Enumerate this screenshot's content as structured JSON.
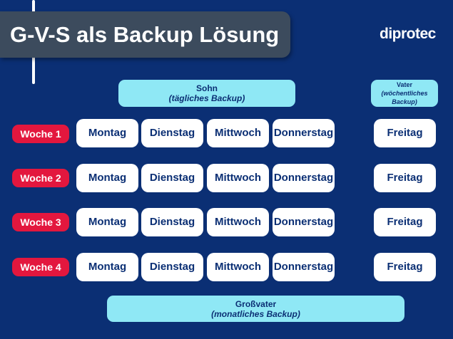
{
  "title": "G-V-S als Backup Lösung",
  "logo": "diprotec",
  "sohn": {
    "label": "Sohn",
    "sub": "(tägliches Backup)"
  },
  "vater": {
    "label": "Vater",
    "sub": "(wöchentliches Backup)"
  },
  "grossvater": {
    "label": "Großvater",
    "sub": "(monatliches Backup)"
  },
  "weeks": [
    "Woche 1",
    "Woche 2",
    "Woche 3",
    "Woche 4"
  ],
  "days": [
    "Montag",
    "Dienstag",
    "Mittwoch",
    "Donnerstag"
  ],
  "friday": "Freitag",
  "colors": {
    "background": "#0b2f74",
    "week_badge": "#e3173e",
    "header_box": "#8fe8f5",
    "title_bar": "#3c4b5d"
  }
}
